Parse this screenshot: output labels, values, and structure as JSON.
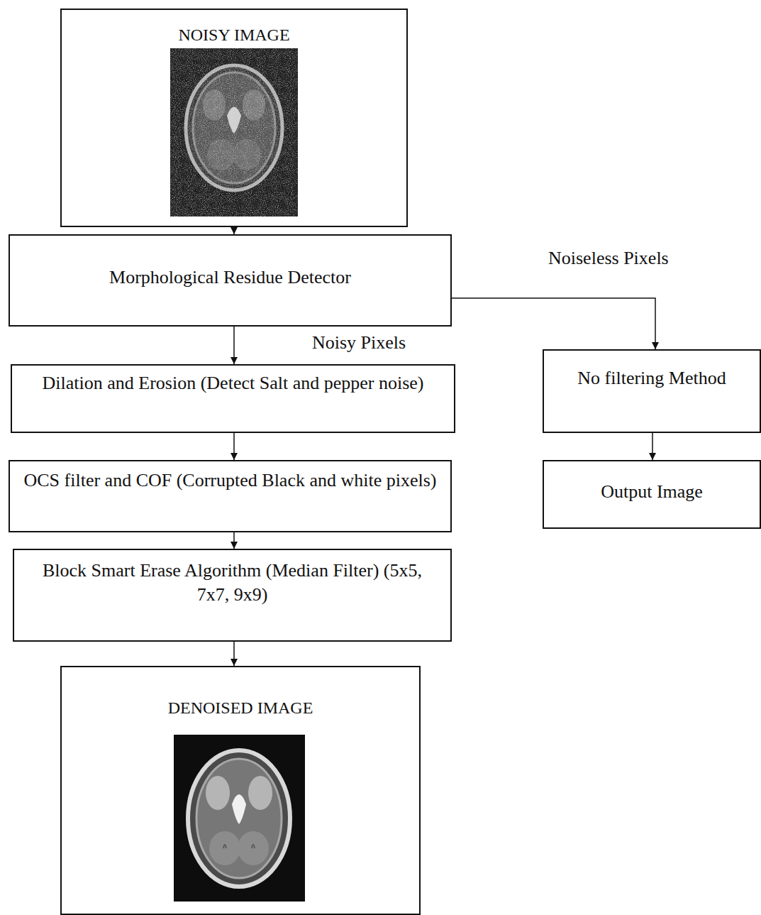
{
  "diagram": {
    "nodes": [
      {
        "text": [
          "NOISY IMAGE"
        ]
      },
      {
        "text": [
          "Morphological Residue Detector"
        ]
      },
      {
        "text": [
          "Dilation and Erosion (Detect Salt and pepper noise)"
        ]
      },
      {
        "text": [
          "OCS filter and COF (Corrupted Black and white pixels)"
        ]
      },
      {
        "text": [
          "Block Smart Erase Algorithm (Median Filter) (5x5, 7x7, 9x9)"
        ]
      },
      {
        "text": [
          "DENOISED IMAGE"
        ]
      },
      {
        "text": [
          "No filtering Method"
        ]
      },
      {
        "text": [
          "Output Image"
        ]
      }
    ],
    "edges": [
      {
        "from": 0,
        "to": 1,
        "arrow": "to"
      },
      {
        "from": 1,
        "to": 2,
        "arrow": "to",
        "label": "Noisy Pixels"
      },
      {
        "from": 2,
        "to": 3,
        "arrow": "to"
      },
      {
        "from": 3,
        "to": 4,
        "arrow": "to"
      },
      {
        "from": 4,
        "to": 5,
        "arrow": "to"
      },
      {
        "from": 1,
        "to": 6,
        "arrow": "to",
        "label": "Noiseless Pixels"
      },
      {
        "from": 6,
        "to": 7,
        "arrow": "to"
      }
    ]
  }
}
